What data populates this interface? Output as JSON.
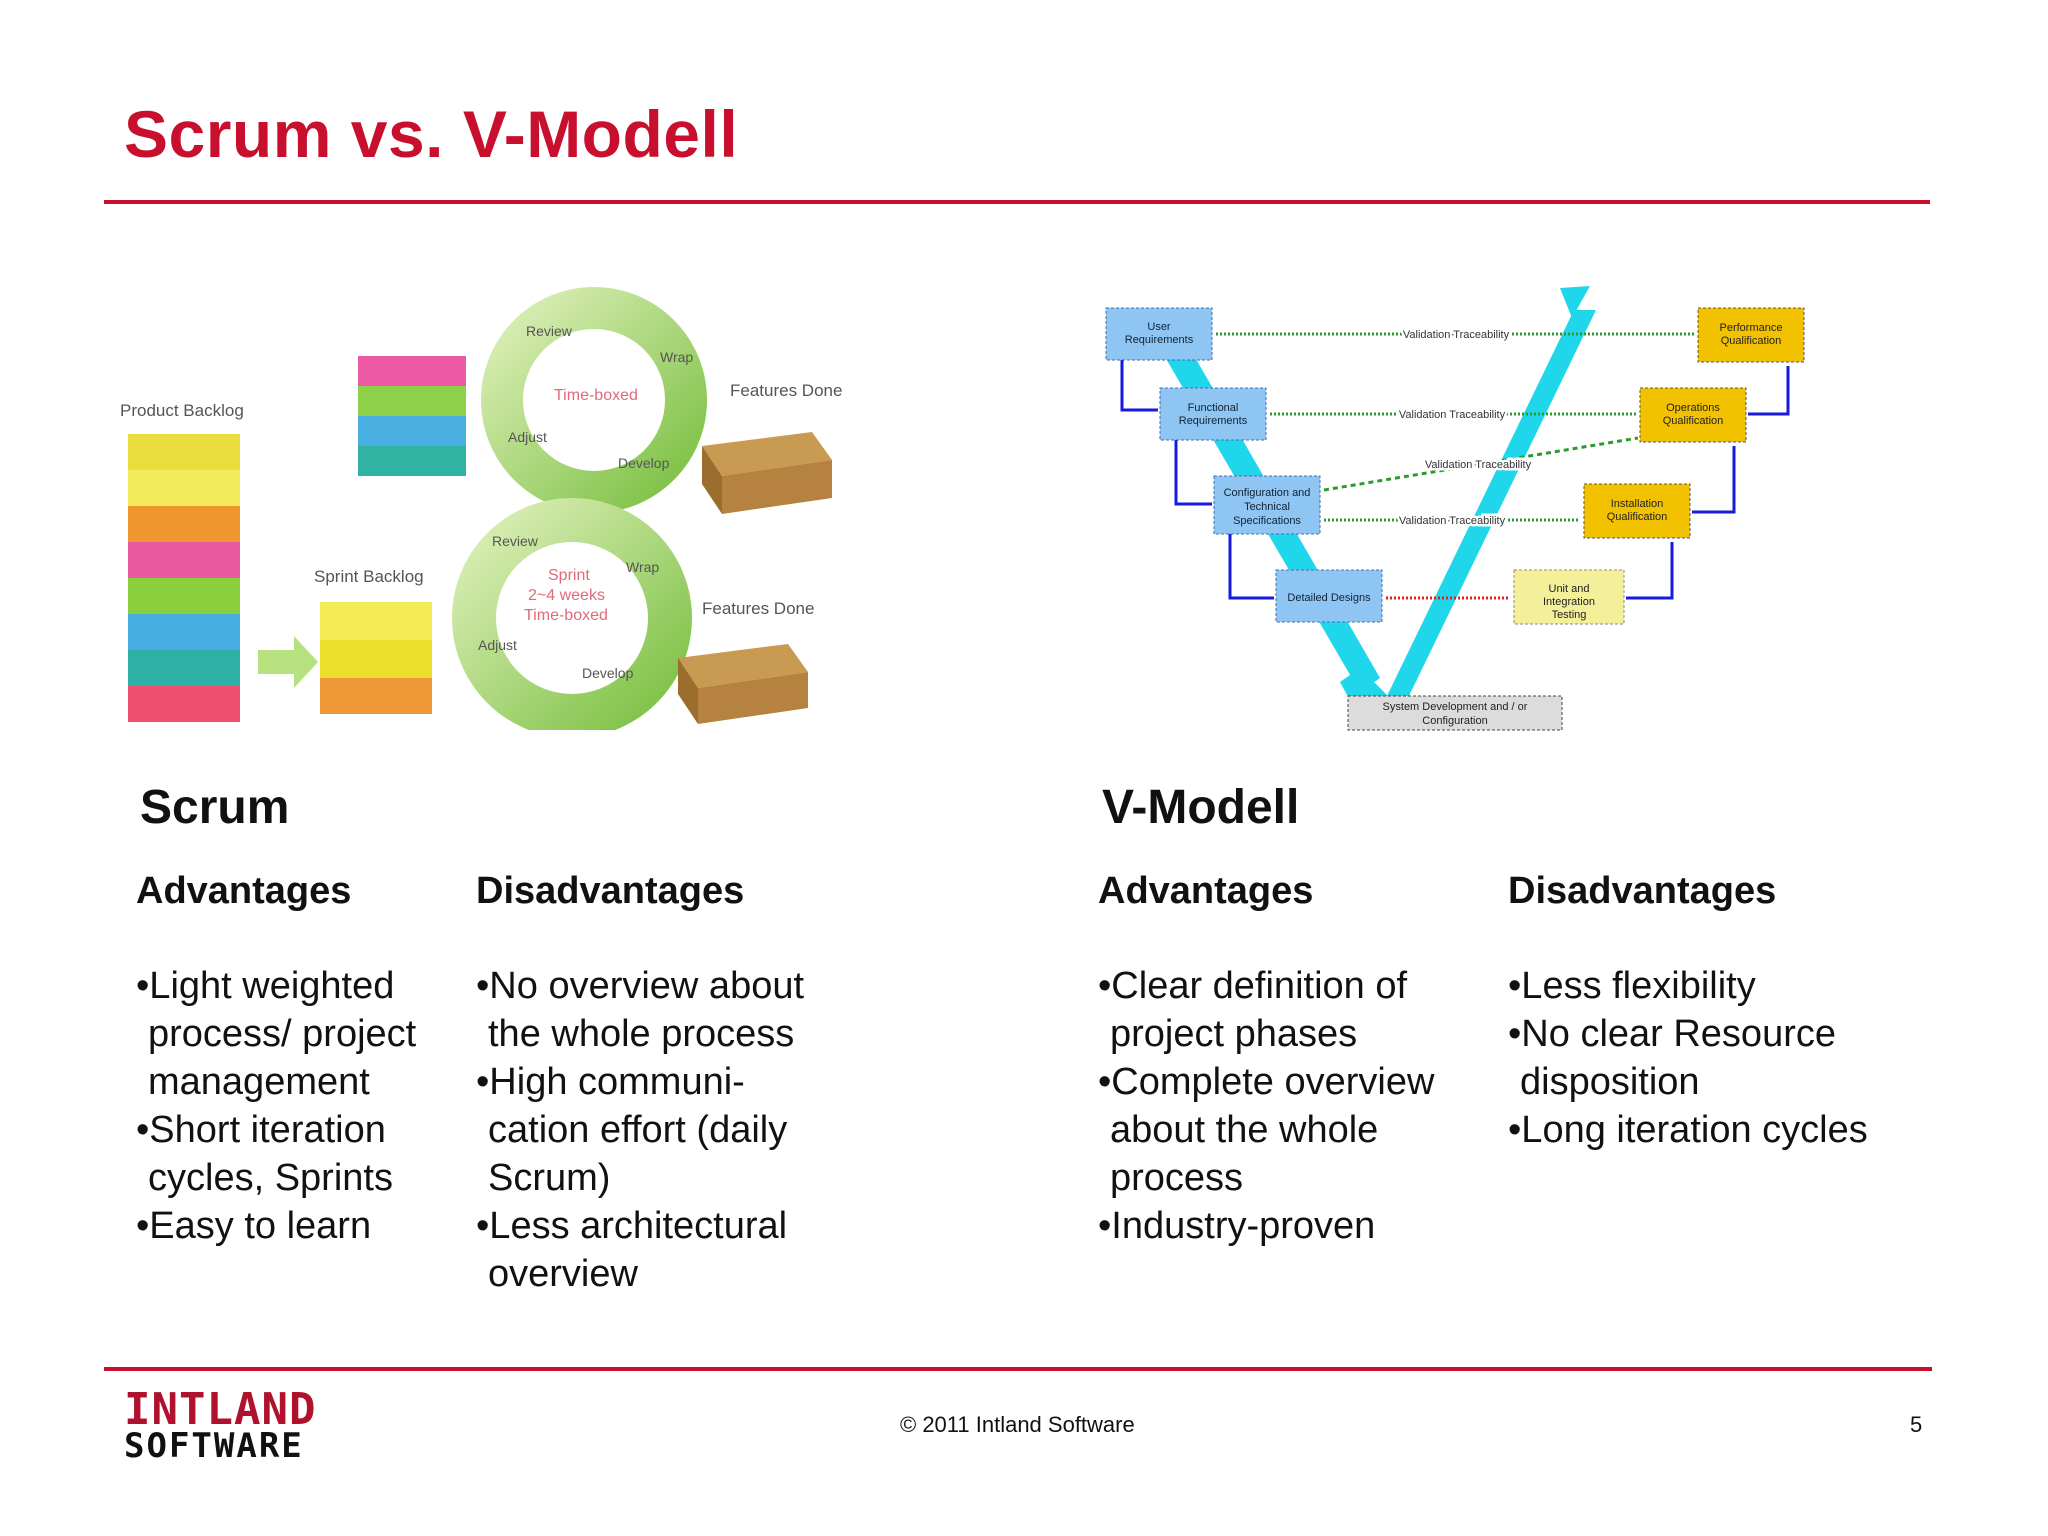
{
  "slide": {
    "title": "Scrum vs. V-Modell",
    "footer_copyright": "© 2011 Intland Software",
    "page_number": "5",
    "logo_line1": "INTLAND",
    "logo_line2": "SOFTWARE"
  },
  "scrum_diagram": {
    "product_backlog": "Product Backlog",
    "sprint_backlog": "Sprint Backlog",
    "cycle1": {
      "review": "Review",
      "wrap": "Wrap",
      "adjust": "Adjust",
      "develop": "Develop",
      "center": "Time-boxed"
    },
    "features_done_1": "Features Done",
    "cycle2": {
      "review": "Review",
      "wrap": "Wrap",
      "adjust": "Adjust",
      "develop": "Develop",
      "center1": "Sprint",
      "center2": "2~4 weeks",
      "center3": "Time-boxed"
    },
    "features_done_2": "Features Done"
  },
  "v_diagram": {
    "user_req_1": "User",
    "user_req_2": "Requirements",
    "func_req_1": "Functional",
    "func_req_2": "Requirements",
    "config_1": "Configuration and",
    "config_2": "Technical",
    "config_3": "Specifications",
    "detailed": "Detailed Designs",
    "system_dev_1": "System Development and / or",
    "system_dev_2": "Configuration",
    "unit_1": "Unit and",
    "unit_2": "Integration",
    "unit_3": "Testing",
    "install_1": "Installation",
    "install_2": "Qualification",
    "ops_1": "Operations",
    "ops_2": "Qualification",
    "perf_1": "Performance",
    "perf_2": "Qualification",
    "vt1": "Validation Traceability",
    "vt2": "Validation Traceability",
    "vt3": "Validation Traceability",
    "vt4": "Validation Traceability"
  },
  "scrum": {
    "heading": "Scrum",
    "advantages_title": "Advantages",
    "advantages": [
      "•Light weighted\nprocess/ project\nmanagement",
      "•Short iteration\ncycles, Sprints",
      "•Easy to learn"
    ],
    "disadvantages_title": "Disadvantages",
    "disadvantages": [
      "•No overview about\nthe whole process",
      "•High communi-\ncation effort (daily\nScrum)",
      "•Less architectural\noverview"
    ]
  },
  "vmodell": {
    "heading": "V-Modell",
    "advantages_title": "Advantages",
    "advantages": [
      "•Clear definition of\nproject phases",
      "•Complete overview\nabout the whole\nprocess",
      "•Industry-proven"
    ],
    "disadvantages_title": "Disadvantages",
    "disadvantages": [
      "•Less flexibility",
      "•No clear Resource\ndisposition",
      "•Long iteration cycles"
    ]
  }
}
